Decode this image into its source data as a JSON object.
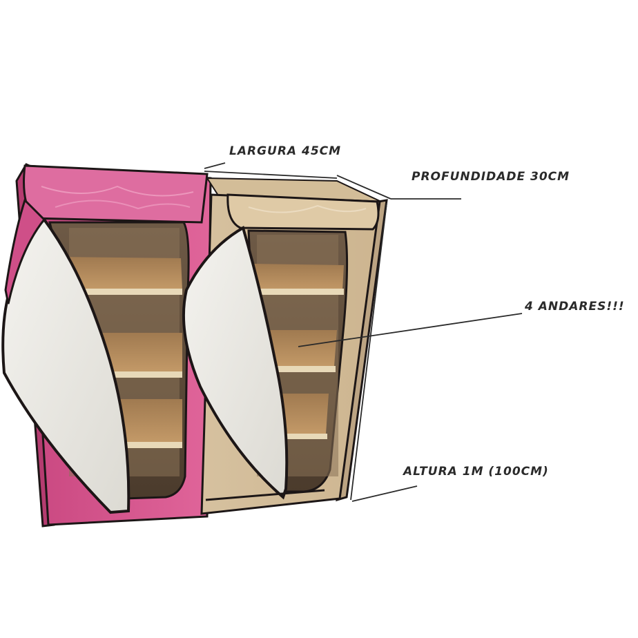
{
  "annotations": {
    "width": "LARGURA 45CM",
    "depth": "PROFUNDIDADE 30CM",
    "shelves": "4 ANDARES!!!",
    "height": "ALTURA 1M (100CM)"
  },
  "colors": {
    "pink_cover": "#d9548a",
    "beige_cover": "#d9c3a3",
    "shelf_wood": "#b48a5c",
    "door_lining": "#ecebe6",
    "trim": "#1c1616"
  }
}
